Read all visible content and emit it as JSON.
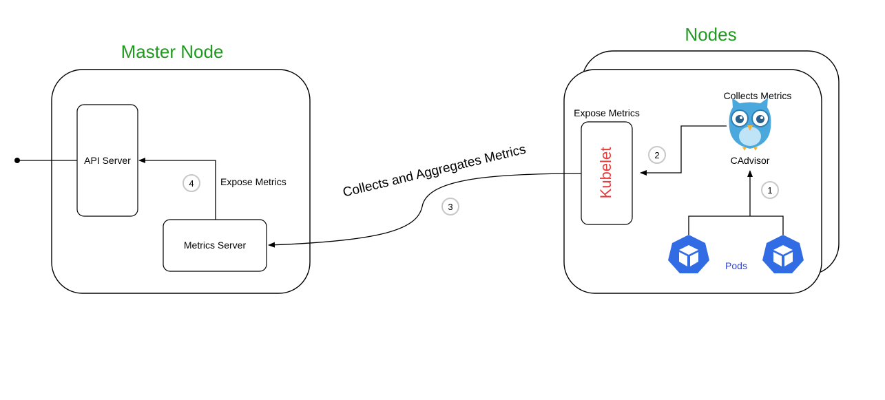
{
  "master": {
    "title": "Master Node",
    "api_server": "API Server",
    "metrics_server": "Metrics Server",
    "expose_metrics": "Expose Metrics"
  },
  "nodes": {
    "title": "Nodes",
    "kubelet": "Kubelet",
    "expose_metrics": "Expose Metrics",
    "collects_metrics": "Collects Metrics",
    "cadvisor": "CAdvisor",
    "pods": "Pods"
  },
  "flow": {
    "collects_aggregates": "Collects and Aggregates Metrics"
  },
  "steps": {
    "s1": "1",
    "s2": "2",
    "s3": "3",
    "s4": "4"
  },
  "colors": {
    "title_green": "#1f9a1f",
    "kubelet_red": "#e8393b",
    "pods_blue": "#3344cc",
    "k8s_blue": "#326ce5",
    "owl_blue": "#4aa8dc"
  }
}
